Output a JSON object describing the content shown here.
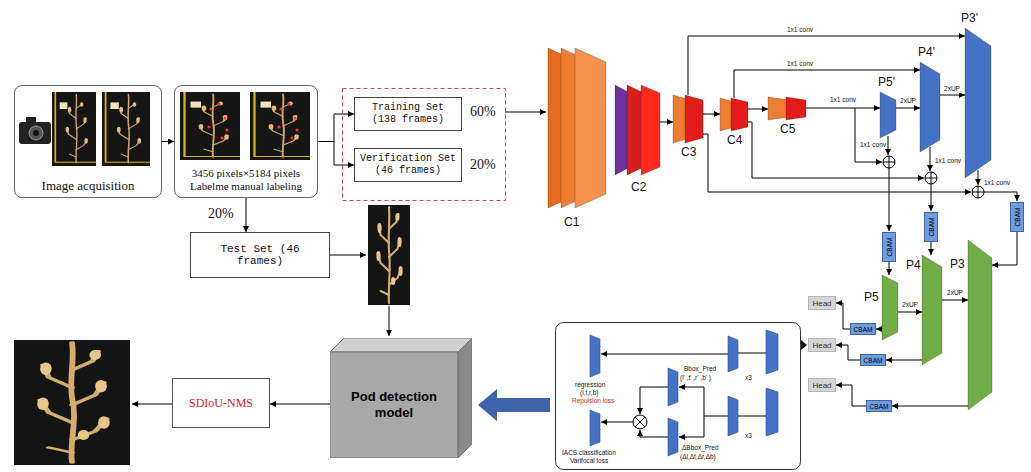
{
  "diagram": {
    "nodes": [
      {
        "text": [
          "Image acquisition"
        ]
      },
      {
        "text": [
          "3456 pixels×5184 pixels",
          "Labelme manual labeling"
        ]
      },
      {
        "text": [
          "Training Set (138 frames)"
        ]
      },
      {
        "text": [
          "Verification Set (46 frames)"
        ]
      },
      {
        "text": [
          "Test Set (46 frames)"
        ]
      },
      {
        "text": [
          "Pod detection model"
        ]
      },
      {
        "text": [
          "SDIoU-NMS"
        ]
      },
      {
        "text": [
          "C1"
        ]
      },
      {
        "text": [
          "C2"
        ]
      },
      {
        "text": [
          "C3"
        ]
      },
      {
        "text": [
          "C4"
        ]
      },
      {
        "text": [
          "C5"
        ]
      },
      {
        "text": [
          "P5'"
        ]
      },
      {
        "text": [
          "P4'"
        ]
      },
      {
        "text": [
          "P3'"
        ]
      },
      {
        "text": [
          "CBAM"
        ]
      },
      {
        "text": [
          "CBAM"
        ]
      },
      {
        "text": [
          "CBAM"
        ]
      },
      {
        "text": [
          "P5"
        ]
      },
      {
        "text": [
          "P4"
        ]
      },
      {
        "text": [
          "P3"
        ]
      },
      {
        "text": [
          "CBAM"
        ]
      },
      {
        "text": [
          "CBAM"
        ]
      },
      {
        "text": [
          "CBAM"
        ]
      },
      {
        "text": [
          "Head"
        ]
      },
      {
        "text": [
          "Head"
        ]
      },
      {
        "text": [
          "Head"
        ]
      }
    ],
    "edges": [
      {
        "from": 0,
        "to": 1,
        "arrow": "to"
      },
      {
        "from": 1,
        "to": 2,
        "arrow": "to"
      },
      {
        "from": 1,
        "to": 3,
        "arrow": "to"
      },
      {
        "from": 1,
        "to": 4,
        "arrow": "to"
      },
      {
        "from": 5,
        "to": 6,
        "arrow": "to"
      },
      {
        "from": 8,
        "to": 9,
        "arrow": "to"
      },
      {
        "from": 9,
        "to": 10,
        "arrow": "to"
      },
      {
        "from": 10,
        "to": 11,
        "arrow": "to"
      },
      {
        "from": 11,
        "to": 12,
        "arrow": "to",
        "label": "1x1 conv"
      },
      {
        "from": 10,
        "to": 13,
        "arrow": "to",
        "label": "1x1 conv"
      },
      {
        "from": 9,
        "to": 14,
        "arrow": "to",
        "label": "1x1 conv"
      },
      {
        "from": 12,
        "to": 13,
        "arrow": "to",
        "label": "2xUP"
      },
      {
        "from": 13,
        "to": 14,
        "arrow": "to",
        "label": "2xUP"
      },
      {
        "from": 15,
        "to": 18,
        "arrow": "to"
      },
      {
        "from": 16,
        "to": 19,
        "arrow": "to"
      },
      {
        "from": 17,
        "to": 20,
        "arrow": "to"
      },
      {
        "from": 18,
        "to": 19,
        "arrow": "to",
        "label": "2xUP"
      },
      {
        "from": 19,
        "to": 20,
        "arrow": "to",
        "label": "2xUP"
      },
      {
        "from": 18,
        "to": 21,
        "arrow": "to"
      },
      {
        "from": 19,
        "to": 22,
        "arrow": "to"
      },
      {
        "from": 20,
        "to": 23,
        "arrow": "to"
      },
      {
        "from": 21,
        "to": 24,
        "arrow": "to"
      },
      {
        "from": 22,
        "to": 25,
        "arrow": "to"
      },
      {
        "from": 23,
        "to": 26,
        "arrow": "to"
      }
    ],
    "labels": [
      "60%",
      "20%",
      "20%",
      "1x1 conv",
      "1x1 conv",
      "1x1 conv",
      "regression",
      "(l,t,r,b)",
      "Repulsion loss",
      "x3",
      "Bbox_Pred",
      "(l' ,t' ,r' ,b' )",
      "x3",
      "ΔBbox_Pred",
      "(Δl,Δt,Δr,Δb)",
      "IACS classification",
      "Varifocal loss"
    ]
  }
}
